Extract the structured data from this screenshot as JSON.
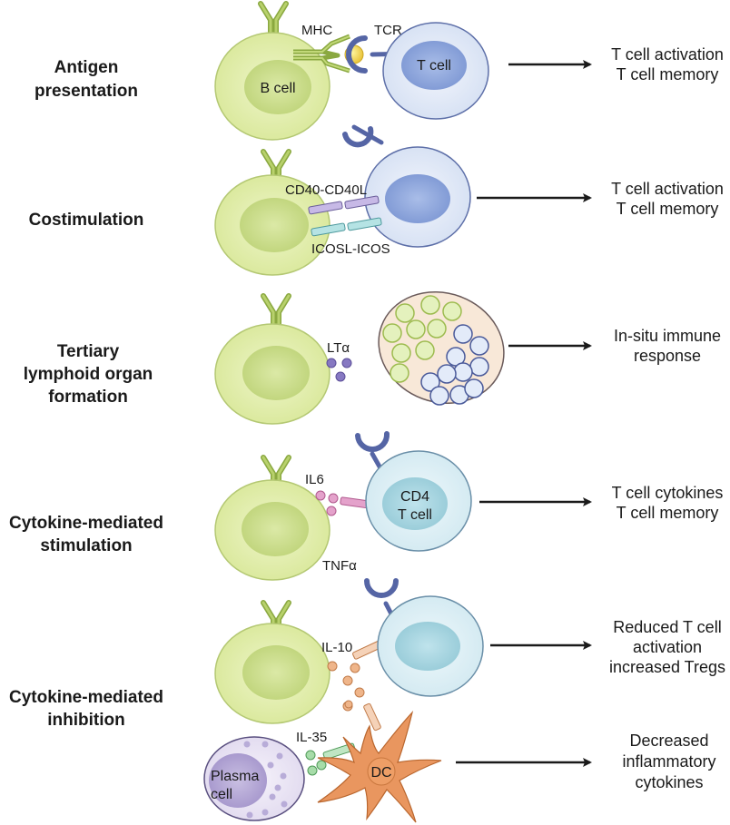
{
  "figure": {
    "rows": [
      {
        "id": "antigen-presentation",
        "label_lines": [
          "Antigen",
          "presentation"
        ],
        "annotations": {
          "mhc": "MHC",
          "tcr": "TCR",
          "b_cell": "B cell",
          "t_cell": "T cell"
        },
        "outcome_lines": [
          "T cell activation",
          "T cell memory"
        ]
      },
      {
        "id": "costimulation",
        "label_lines": [
          "Costimulation"
        ],
        "annotations": {
          "cd40": "CD40-CD40L",
          "icos": "ICOSL-ICOS"
        },
        "outcome_lines": [
          "T cell activation",
          "T cell memory"
        ]
      },
      {
        "id": "tertiary-lymphoid",
        "label_lines": [
          "Tertiary",
          "lymphoid organ",
          "formation"
        ],
        "annotations": {
          "lta": "LTα"
        },
        "outcome_lines": [
          "In-situ immune",
          "response"
        ]
      },
      {
        "id": "cytokine-stimulation",
        "label_lines": [
          "Cytokine-mediated",
          "stimulation"
        ],
        "annotations": {
          "il6": "IL6",
          "tnfa": "TNFα",
          "cd4_line1": "CD4",
          "cd4_line2": "T cell"
        },
        "outcome_lines": [
          "T cell cytokines",
          "T cell memory"
        ]
      },
      {
        "id": "cytokine-inhibition",
        "label_lines": [
          "Cytokine-mediated",
          "inhibition"
        ],
        "annotations": {
          "il10": "IL-10",
          "il35": "IL-35",
          "plasma_line1": "Plasma",
          "plasma_line2": "cell",
          "dc": "DC"
        },
        "outcome_lines": [
          "Reduced T cell",
          "activation",
          "increased Tregs"
        ],
        "outcome2_lines": [
          "Decreased",
          "inflammatory",
          "cytokines"
        ]
      }
    ],
    "colors": {
      "b_cell_fill": "#e3eeb4",
      "b_cell_nucleus": "#cfe08e",
      "b_cell_stroke": "#a9c264",
      "antibody": "#9dbb4f",
      "t_cell_fill": "#e6edf8",
      "t_cell_nucleus": "#8fa7dc",
      "t_cell_stroke": "#5d6fa8",
      "tcr": "#5565a5",
      "cd4_fill": "#e2f1f6",
      "cd4_nucleus": "#a9d5e0",
      "lta": "#7b6cb6",
      "il6": "#d889b8",
      "il10": "#efb58a",
      "il35": "#8fcf94",
      "dc": "#e9965f",
      "plasma_fill": "#ece8f4",
      "plasma_nucleus": "#b5a8d3",
      "cd40": "#c7b9e6",
      "icos": "#b5e3e4",
      "lymph_node": "#f8e8d8"
    }
  }
}
